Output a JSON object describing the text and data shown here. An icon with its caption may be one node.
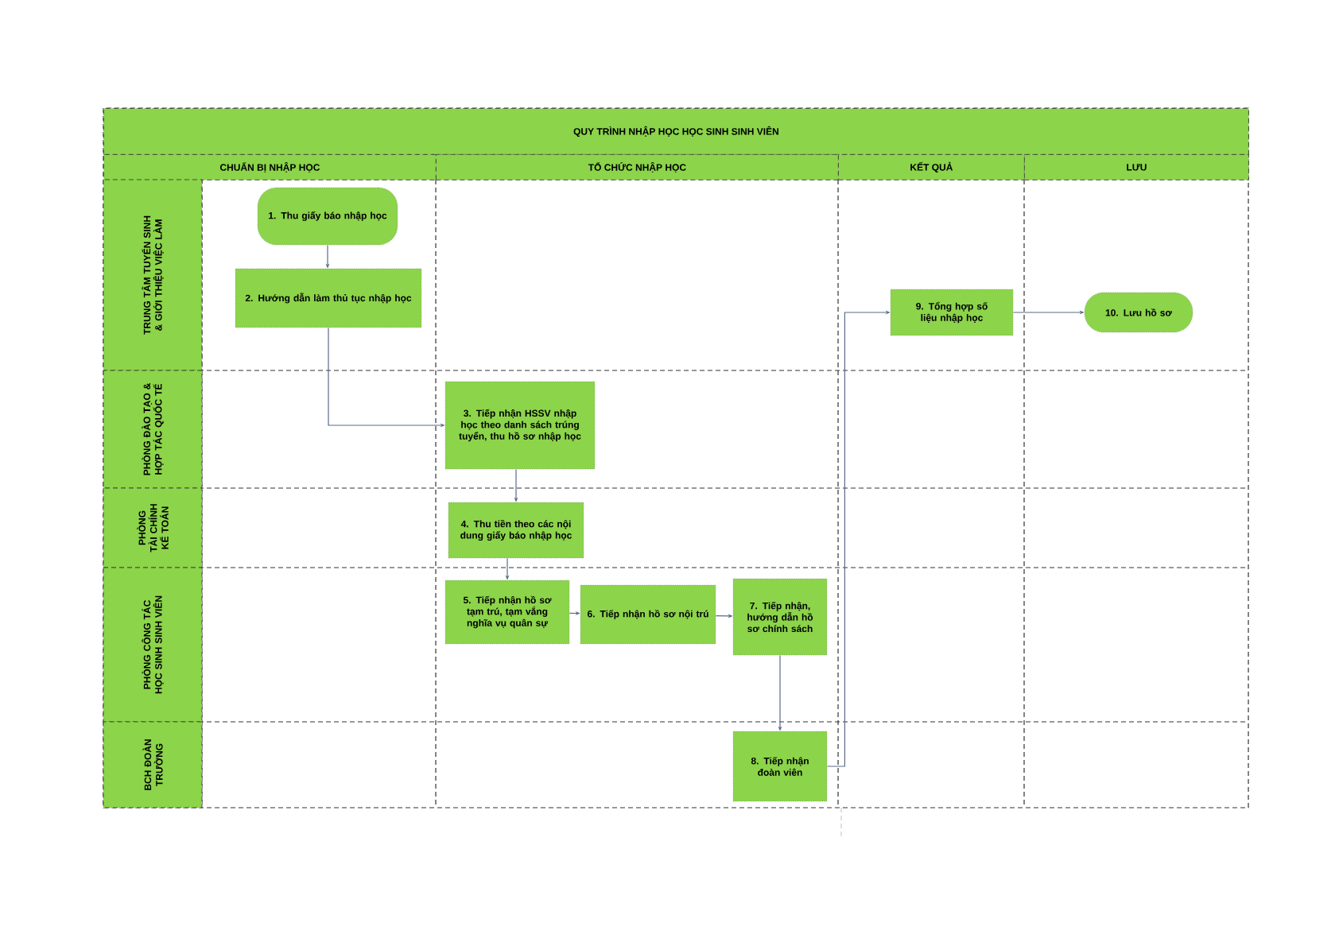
{
  "diagram": {
    "title": "QUY TRÌNH NHẬP HỌC HỌC SINH SINH VIÊN",
    "nodes": [
      {
        "text": [
          "CHUẨN BỊ NHẬP HỌC"
        ]
      },
      {
        "text": [
          "TỔ CHỨC NHẬP HỌC"
        ]
      },
      {
        "text": [
          "KẾT QUẢ"
        ]
      },
      {
        "text": [
          "LƯU"
        ]
      },
      {
        "text": [
          "TRUNG TÂM TUYỂN SINH & GIỚI THIỆU VIỆC LÀM"
        ]
      },
      {
        "text": [
          "PHÒNG ĐÀO TẠO & HỢP TÁC QUỐC TẾ"
        ]
      },
      {
        "text": [
          "PHÒNG TÀI CHÍNH KẾ TOÁN"
        ]
      },
      {
        "text": [
          "PHÒNG CÔNG TÁC HỌC SINH SINH VIÊN"
        ]
      },
      {
        "text": [
          "BCH ĐOÀN TRƯỜNG"
        ]
      },
      {
        "text": [
          "1. Thu giấy báo nhập học"
        ]
      },
      {
        "text": [
          "2. Hướng dẫn làm thủ tục nhập học"
        ]
      },
      {
        "text": [
          "3. Tiếp nhận HSSV nhập học theo danh sách trúng tuyển, thu hồ sơ nhập học"
        ]
      },
      {
        "text": [
          "4. Thu tiền theo các nội dung giấy báo nhập học"
        ]
      },
      {
        "text": [
          "5. Tiếp nhận hồ sơ tạm trú, tạm vắng nghĩa vụ quân sự"
        ]
      },
      {
        "text": [
          "6. Tiếp nhận hồ sơ nội trú"
        ]
      },
      {
        "text": [
          "7. Tiếp nhận, hướng dẫn hồ sơ chính sách"
        ]
      },
      {
        "text": [
          "8. Tiếp nhận đoàn viên"
        ]
      },
      {
        "text": [
          "9. Tổng hợp số liệu nhập học"
        ]
      },
      {
        "text": [
          "10. Lưu hồ sơ"
        ]
      }
    ],
    "edges": [
      {
        "from": 9,
        "to": 10,
        "arrow": "to"
      },
      {
        "from": 10,
        "to": 11,
        "arrow": "to"
      },
      {
        "from": 11,
        "to": 12,
        "arrow": "to"
      },
      {
        "from": 12,
        "to": 13,
        "arrow": "to"
      },
      {
        "from": 13,
        "to": 14,
        "arrow": "to"
      },
      {
        "from": 14,
        "to": 15,
        "arrow": "to"
      },
      {
        "from": 15,
        "to": 16,
        "arrow": "to"
      },
      {
        "from": 16,
        "to": 17,
        "arrow": "to"
      },
      {
        "from": 17,
        "to": 18,
        "arrow": "to"
      }
    ]
  }
}
